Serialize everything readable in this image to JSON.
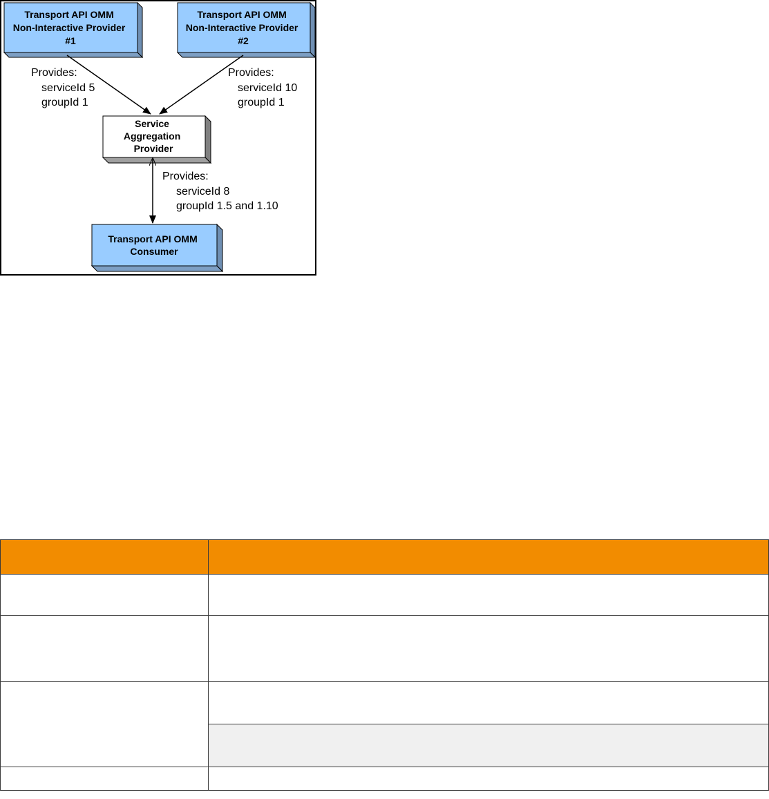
{
  "diagram": {
    "boxes": {
      "provider1": {
        "lines": [
          "Transport API OMM",
          "Non-Interactive Provider",
          "#1"
        ],
        "color": "#99ccff"
      },
      "provider2": {
        "lines": [
          "Transport API OMM",
          "Non-Interactive Provider",
          "#2"
        ],
        "color": "#99ccff"
      },
      "aggregator": {
        "lines": [
          "Service",
          "Aggregation",
          "Provider"
        ],
        "color": "#ffffff"
      },
      "consumer": {
        "lines": [
          "Transport API OMM",
          "Consumer"
        ],
        "color": "#99ccff"
      }
    },
    "labels": {
      "left": [
        "Provides:",
        "serviceId 5",
        "groupId 1"
      ],
      "right": [
        "Provides:",
        "serviceId 10",
        "groupId 1"
      ],
      "bottom": [
        "Provides:",
        "serviceId 8",
        "groupId 1.5 and 1.10"
      ]
    },
    "shadow_color": "#808080"
  },
  "table": {
    "header_color": "#f28c00",
    "alt_row_color": "#f0f0f0",
    "header": [
      "",
      ""
    ],
    "rows": []
  }
}
